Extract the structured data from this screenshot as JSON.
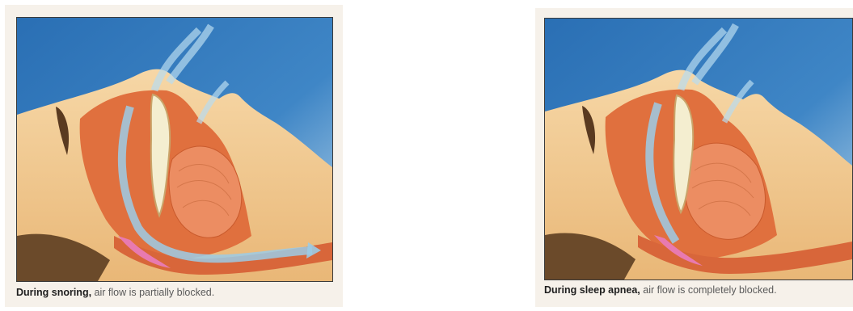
{
  "panels": [
    {
      "caption_bold": "During snoring,",
      "caption_rest": " air flow is partially blocked.",
      "airflow_state": "partially-blocked"
    },
    {
      "caption_bold": "During sleep apnea,",
      "caption_rest": " air flow is completely blocked.",
      "airflow_state": "completely-blocked"
    }
  ],
  "colors": {
    "sky": "#2f74b8",
    "skin": "#f0c88e",
    "tissue": "#e0703e",
    "airflow": "#9ccbe6"
  }
}
